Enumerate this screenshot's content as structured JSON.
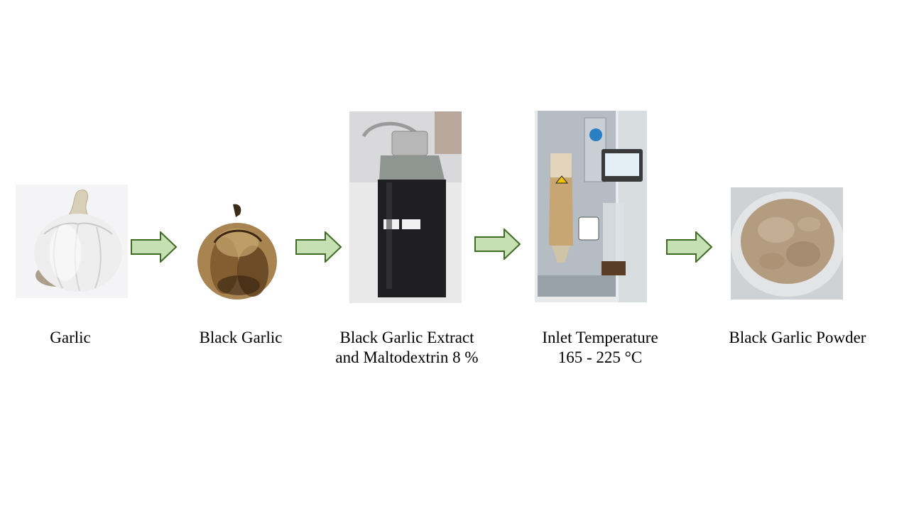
{
  "steps": [
    {
      "lines": [
        "Garlic"
      ]
    },
    {
      "lines": [
        "Black Garlic"
      ]
    },
    {
      "lines": [
        "Black Garlic Extract",
        "and Maltodextrin 8 %"
      ]
    },
    {
      "lines": [
        "Inlet Temperature",
        " 165 - 225 °C"
      ]
    },
    {
      "lines": [
        "Black Garlic Powder"
      ]
    }
  ],
  "colors": {
    "arrow_fill": "#c6e0b4",
    "arrow_stroke": "#3f6b25"
  }
}
